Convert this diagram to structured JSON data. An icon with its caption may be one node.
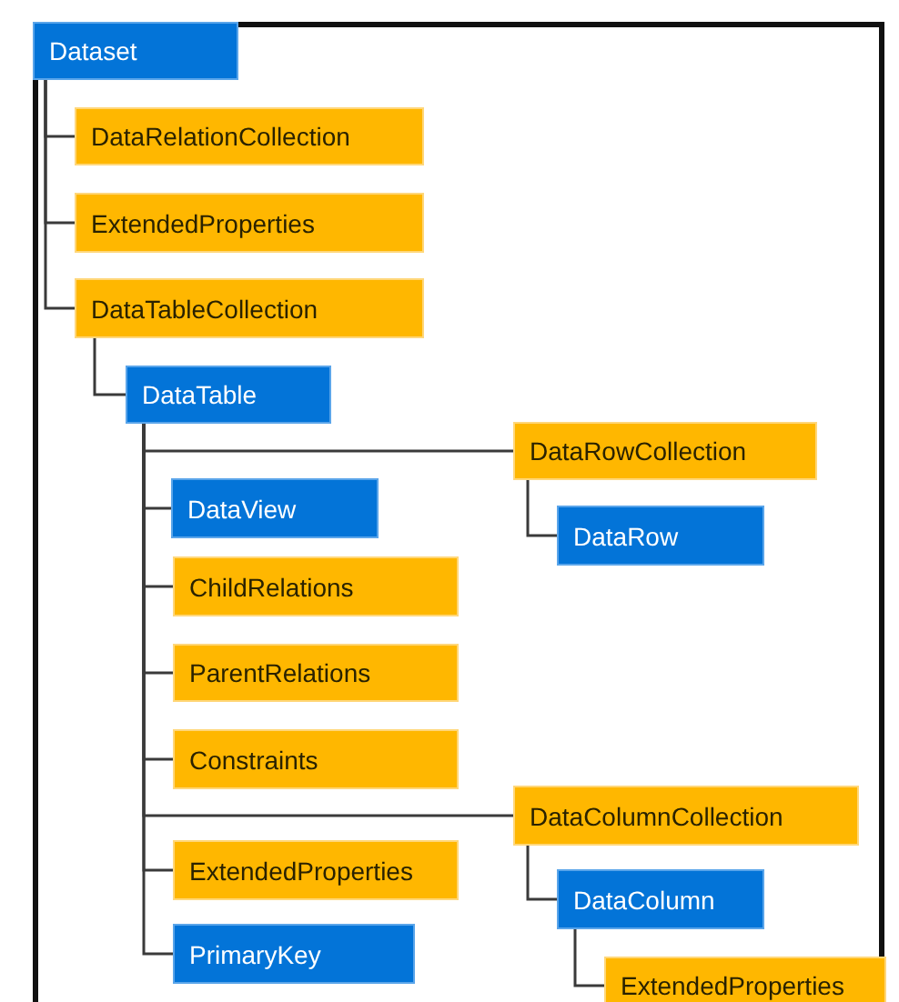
{
  "diagram": {
    "nodes": [
      {
        "text": [
          "Dataset"
        ]
      },
      {
        "text": [
          "DataRelationCollection"
        ]
      },
      {
        "text": [
          "ExtendedProperties"
        ]
      },
      {
        "text": [
          "DataTableCollection"
        ]
      },
      {
        "text": [
          "DataTable"
        ]
      },
      {
        "text": [
          "DataRowCollection"
        ]
      },
      {
        "text": [
          "DataView"
        ]
      },
      {
        "text": [
          "DataRow"
        ]
      },
      {
        "text": [
          "ChildRelations"
        ]
      },
      {
        "text": [
          "ParentRelations"
        ]
      },
      {
        "text": [
          "Constraints"
        ]
      },
      {
        "text": [
          "DataColumnCollection"
        ]
      },
      {
        "text": [
          "ExtendedProperties"
        ]
      },
      {
        "text": [
          "PrimaryKey"
        ]
      },
      {
        "text": [
          "DataColumn"
        ]
      },
      {
        "text": [
          "ExtendedProperties"
        ]
      }
    ],
    "edges": [
      {
        "from": 0,
        "to": 1,
        "arrow": "none"
      },
      {
        "from": 0,
        "to": 2,
        "arrow": "none"
      },
      {
        "from": 0,
        "to": 3,
        "arrow": "none"
      },
      {
        "from": 3,
        "to": 4,
        "arrow": "none"
      },
      {
        "from": 4,
        "to": 5,
        "arrow": "none"
      },
      {
        "from": 4,
        "to": 6,
        "arrow": "none"
      },
      {
        "from": 5,
        "to": 7,
        "arrow": "none"
      },
      {
        "from": 4,
        "to": 8,
        "arrow": "none"
      },
      {
        "from": 4,
        "to": 9,
        "arrow": "none"
      },
      {
        "from": 4,
        "to": 10,
        "arrow": "none"
      },
      {
        "from": 4,
        "to": 11,
        "arrow": "none"
      },
      {
        "from": 4,
        "to": 12,
        "arrow": "none"
      },
      {
        "from": 4,
        "to": 13,
        "arrow": "none"
      },
      {
        "from": 11,
        "to": 14,
        "arrow": "none"
      },
      {
        "from": 14,
        "to": 15,
        "arrow": "none"
      }
    ]
  }
}
